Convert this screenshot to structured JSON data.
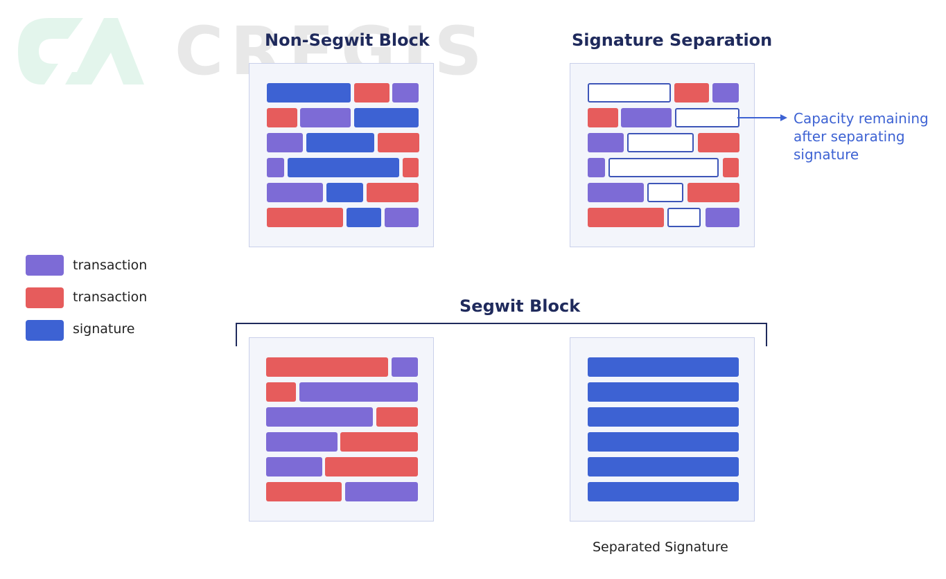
{
  "colors": {
    "purple": "#7d6bd6",
    "red": "#e65c5c",
    "blue": "#3d62d3",
    "empty_border": "#3d55b8",
    "title": "#1f2a5c",
    "accent": "#3d62d3"
  },
  "watermark": {
    "text": "CREGIS",
    "logo": "CA"
  },
  "titles": {
    "non_segwit": "Non-Segwit Block",
    "signature_separation": "Signature Separation",
    "segwit": "Segwit Block"
  },
  "legend": [
    {
      "color": "purple",
      "label": "transaction"
    },
    {
      "color": "red",
      "label": "transaction"
    },
    {
      "color": "blue",
      "label": "signature"
    }
  ],
  "annotation": "Capacity remaining after separating signature",
  "caption": "Separated Signature",
  "blocks": {
    "non_segwit": [
      [
        "blue",
        "red",
        "purple"
      ],
      [
        "red",
        "purple",
        "blue"
      ],
      [
        "purple",
        "blue",
        "red"
      ],
      [
        "purple",
        "blue",
        "red"
      ],
      [
        "purple",
        "blue",
        "red"
      ],
      [
        "red",
        "blue",
        "purple"
      ]
    ],
    "signature_separation": [
      [
        "empty",
        "red",
        "purple"
      ],
      [
        "red",
        "purple",
        "empty"
      ],
      [
        "purple",
        "empty",
        "red"
      ],
      [
        "purple",
        "empty",
        "red"
      ],
      [
        "purple",
        "empty",
        "red"
      ],
      [
        "red",
        "empty",
        "purple"
      ]
    ],
    "segwit_transactions": [
      [
        "red",
        "purple"
      ],
      [
        "red",
        "purple"
      ],
      [
        "purple",
        "red"
      ],
      [
        "purple",
        "red"
      ],
      [
        "purple",
        "red"
      ],
      [
        "red",
        "purple"
      ]
    ],
    "segwit_signatures": [
      [
        "blue"
      ],
      [
        "blue"
      ],
      [
        "blue"
      ],
      [
        "blue"
      ],
      [
        "blue"
      ],
      [
        "blue"
      ]
    ]
  }
}
